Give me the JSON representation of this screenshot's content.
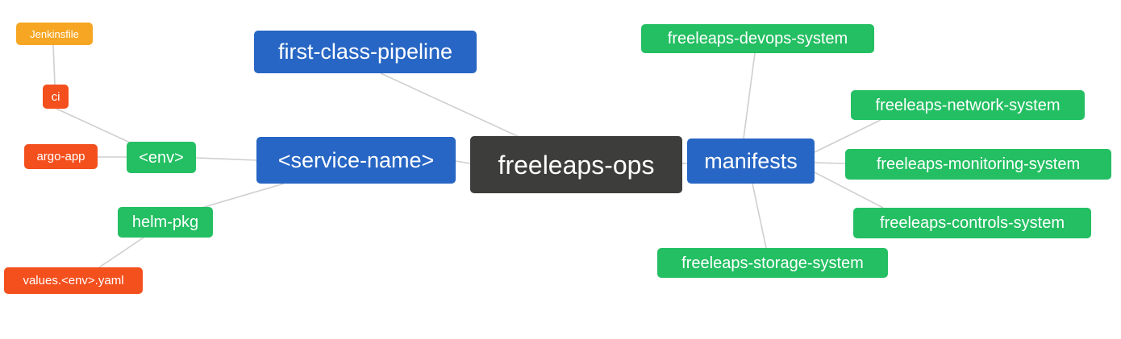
{
  "diagram": {
    "title": "freeleaps-ops mind map",
    "colors": {
      "root_bg": "#3d3d3b",
      "primary_bg": "#2766c4",
      "secondary_bg": "#23bf62",
      "accent_bg": "#f4501e",
      "amber_bg": "#f6a623",
      "edge": "#cfcfcf",
      "text": "#ffffff"
    },
    "nodes": {
      "root": {
        "label": "freeleaps-ops"
      },
      "first_class_pipeline": {
        "label": "first-class-pipeline"
      },
      "service_name": {
        "label": "<service-name>"
      },
      "env": {
        "label": "<env>"
      },
      "ci": {
        "label": "ci"
      },
      "jenkinsfile": {
        "label": "Jenkinsfile"
      },
      "argo_app": {
        "label": "argo-app"
      },
      "helm_pkg": {
        "label": "helm-pkg"
      },
      "values_env_yaml": {
        "label": "values.<env>.yaml"
      },
      "manifests": {
        "label": "manifests"
      },
      "devops_system": {
        "label": "freeleaps-devops-system"
      },
      "network_system": {
        "label": "freeleaps-network-system"
      },
      "monitoring_system": {
        "label": "freeleaps-monitoring-system"
      },
      "controls_system": {
        "label": "freeleaps-controls-system"
      },
      "storage_system": {
        "label": "freeleaps-storage-system"
      }
    },
    "edges": [
      [
        "jenkinsfile",
        "ci"
      ],
      [
        "ci",
        "env"
      ],
      [
        "argo_app",
        "env"
      ],
      [
        "env",
        "service_name"
      ],
      [
        "helm_pkg",
        "service_name"
      ],
      [
        "values_env_yaml",
        "helm_pkg"
      ],
      [
        "service_name",
        "root"
      ],
      [
        "first_class_pipeline",
        "root"
      ],
      [
        "root",
        "manifests"
      ],
      [
        "manifests",
        "devops_system"
      ],
      [
        "manifests",
        "network_system"
      ],
      [
        "manifests",
        "monitoring_system"
      ],
      [
        "manifests",
        "controls_system"
      ],
      [
        "manifests",
        "storage_system"
      ]
    ]
  }
}
